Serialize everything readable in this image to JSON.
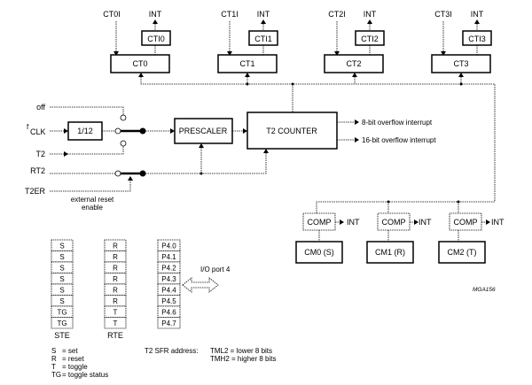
{
  "timers": [
    {
      "input": "CT0I",
      "int": "INT",
      "cti": "CTI0",
      "block": "CT0"
    },
    {
      "input": "CT1I",
      "int": "INT",
      "cti": "CTI1",
      "block": "CT1"
    },
    {
      "input": "CT2I",
      "int": "INT",
      "cti": "CTI2",
      "block": "CT2"
    },
    {
      "input": "CT3I",
      "int": "INT",
      "cti": "CTI3",
      "block": "CT3"
    }
  ],
  "inputs": {
    "off": "off",
    "fclk_f": "f",
    "fclk_sub": "CLK",
    "t2": "T2",
    "rt2": "RT2",
    "t2er": "T2ER",
    "ext_reset_line1": "external reset",
    "ext_reset_line2": "enable"
  },
  "blocks": {
    "divider": "1/12",
    "prescaler": "PRESCALER",
    "counter": "T2 COUNTER"
  },
  "outputs": {
    "overflow8": "8-bit overflow interrupt",
    "overflow16": "16-bit overflow interrupt"
  },
  "comparators": [
    {
      "comp": "COMP",
      "int": "INT",
      "cm": "CM0 (S)"
    },
    {
      "comp": "COMP",
      "int": "INT",
      "cm": "CM1 (R)"
    },
    {
      "comp": "COMP",
      "int": "INT",
      "cm": "CM2 (T)"
    }
  ],
  "registers": {
    "ste": {
      "label": "STE",
      "cells": [
        "S",
        "S",
        "S",
        "S",
        "S",
        "S",
        "TG",
        "TG"
      ]
    },
    "rte": {
      "label": "RTE",
      "cells": [
        "R",
        "R",
        "R",
        "R",
        "R",
        "R",
        "T",
        "T"
      ]
    },
    "port": {
      "cells": [
        "P4.0",
        "P4.1",
        "P4.2",
        "P4.3",
        "P4.4",
        "P4.5",
        "P4.6",
        "P4.7"
      ],
      "label": "I/O port 4"
    }
  },
  "legend": [
    {
      "key": "S",
      "value": "= set"
    },
    {
      "key": "R",
      "value": "= reset"
    },
    {
      "key": "T",
      "value": "= toggle"
    },
    {
      "key": "TG",
      "value": "= toggle status"
    }
  ],
  "sfr": {
    "label": "T2 SFR address:",
    "line1": "TML2 = lower 8 bits",
    "line2": "TMH2 = higher 8 bits"
  },
  "figure_id": "MGA156"
}
